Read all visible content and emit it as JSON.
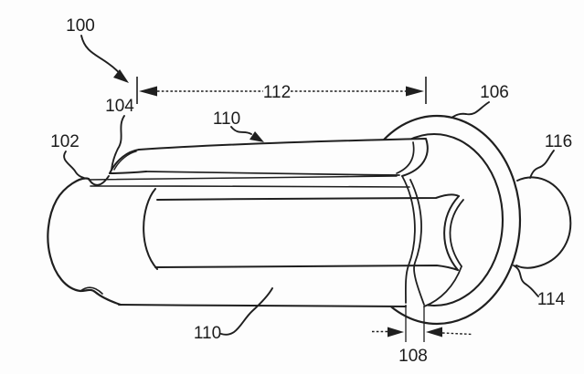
{
  "figure": {
    "description": "Patent line drawing of a cylindrical device with outer tube, longitudinal strips, and end flange",
    "background_color": "#fdfdfd",
    "line_color": "#1f1f1f",
    "reference_labels": {
      "assembly": "100",
      "outer_tube": "102",
      "strip_tip": "104",
      "flange": "106",
      "strip_thickness_dim": "108",
      "strip_top": "110",
      "strip_bottom": "110",
      "length_dim": "112",
      "flange_lower": "114",
      "knob": "116"
    }
  }
}
